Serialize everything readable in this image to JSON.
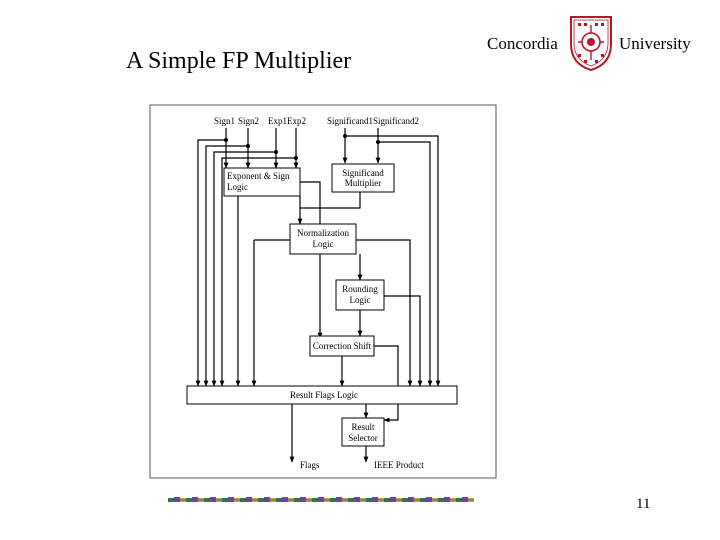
{
  "slide": {
    "title": "A Simple FP Multiplier",
    "brand_left": "Concordia",
    "brand_right": "University",
    "page_number": "11"
  },
  "diagram": {
    "inputs": {
      "sign1": "Sign1",
      "sign2": "Sign2",
      "exp1": "Exp1",
      "exp2": "Exp2",
      "significand1": "Significand1",
      "significand2": "Significand2"
    },
    "blocks": {
      "exponent_sign_line1": "Exponent & Sign",
      "exponent_sign_line2": "Logic",
      "significand_mult_line1": "Significand",
      "significand_mult_line2": "Multiplier",
      "normalization_line1": "Normalization",
      "normalization_line2": "Logic",
      "rounding_line1": "Rounding",
      "rounding_line2": "Logic",
      "correction_shift": "Correction Shift",
      "result_flags": "Result Flags Logic",
      "result_selector_line1": "Result",
      "result_selector_line2": "Selector"
    },
    "outputs": {
      "flags": "Flags",
      "ieee_product": "IEEE Product"
    }
  },
  "colors": {
    "crest_red": "#b5172b",
    "line": "#000000",
    "frame": "#555555"
  }
}
